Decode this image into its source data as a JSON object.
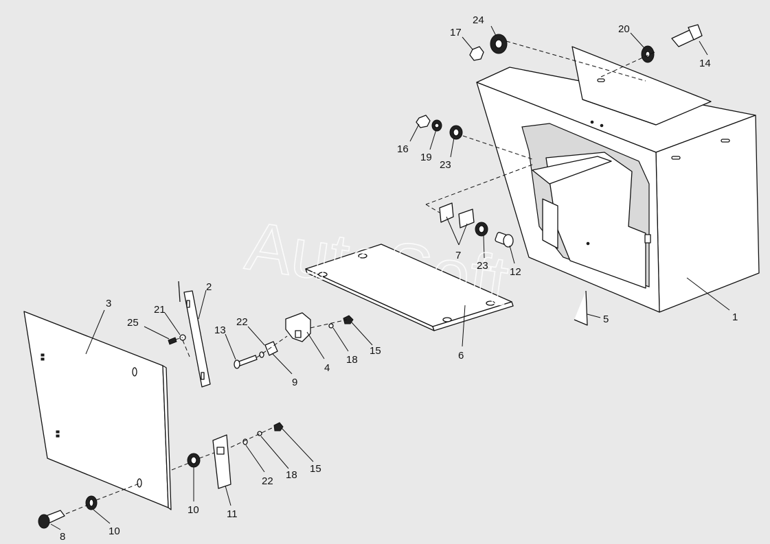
{
  "watermark": "AutoSoft",
  "callouts": {
    "n1": "1",
    "n2": "2",
    "n3": "3",
    "n4": "4",
    "n5": "5",
    "n6": "6",
    "n7": "7",
    "n8": "8",
    "n9": "9",
    "n10a": "10",
    "n10b": "10",
    "n11": "11",
    "n12": "12",
    "n13": "13",
    "n14": "14",
    "n15a": "15",
    "n15b": "15",
    "n16": "16",
    "n17": "17",
    "n18a": "18",
    "n18b": "18",
    "n19": "19",
    "n20": "20",
    "n21": "21",
    "n22a": "22",
    "n22b": "22",
    "n23a": "23",
    "n23b": "23",
    "n24": "24",
    "n25": "25"
  }
}
